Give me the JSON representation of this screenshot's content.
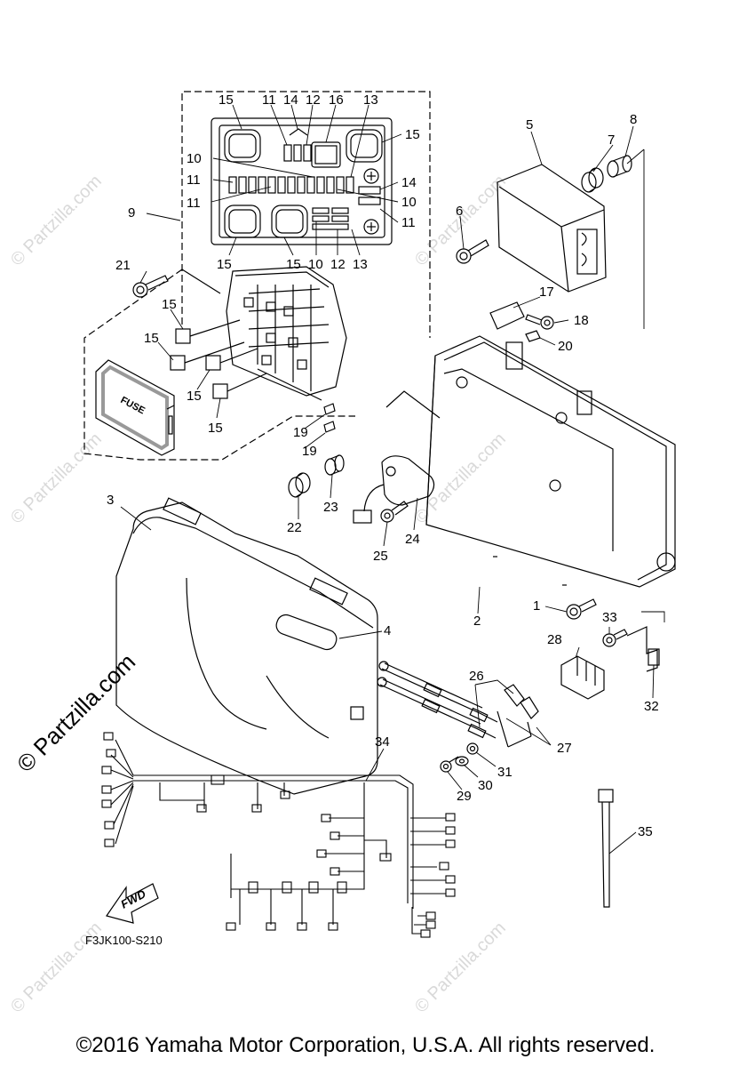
{
  "fuse_box_label": "FUSE",
  "fwd_label": "FWD",
  "figure_code": "F3JK100-S210",
  "watermark_text": "© Partzilla.com",
  "copyright": "©2016  Yamaha Motor Corporation, U.S.A. All rights reserved.",
  "callouts": {
    "c1": "1",
    "c2": "2",
    "c3": "3",
    "c4": "4",
    "c5": "5",
    "c6": "6",
    "c7": "7",
    "c8": "8",
    "c9": "9",
    "c17": "17",
    "c18": "18",
    "c20": "20",
    "c21": "21",
    "c22": "22",
    "c23": "23",
    "c24": "24",
    "c25": "25",
    "c26": "26",
    "c27": "27",
    "c28": "28",
    "c29": "29",
    "c30": "30",
    "c31": "31",
    "c32": "32",
    "c33": "33",
    "c34": "34",
    "c35": "35",
    "fb_15_tl": "15",
    "fb_11_t": "11",
    "fb_14_t": "14",
    "fb_12_t": "12",
    "fb_16_t": "16",
    "fb_13_t": "13",
    "fb_15_tr": "15",
    "fb_10_l": "10",
    "fb_11_l1": "11",
    "fb_14_r": "14",
    "fb_11_l2": "11",
    "fb_10_r": "10",
    "fb_11_r": "11",
    "fb_15_bl": "15",
    "fb_15_bm": "15",
    "fb_10_b": "10",
    "fb_12_b": "12",
    "fb_13_b": "13",
    "relay_15_a": "15",
    "relay_15_b": "15",
    "relay_15_c": "15",
    "relay_15_d": "15",
    "c19_a": "19",
    "c19_b": "19"
  },
  "colors": {
    "line": "#000000",
    "watermark": "#d9d9d9",
    "fuse_panel": "#999999"
  }
}
